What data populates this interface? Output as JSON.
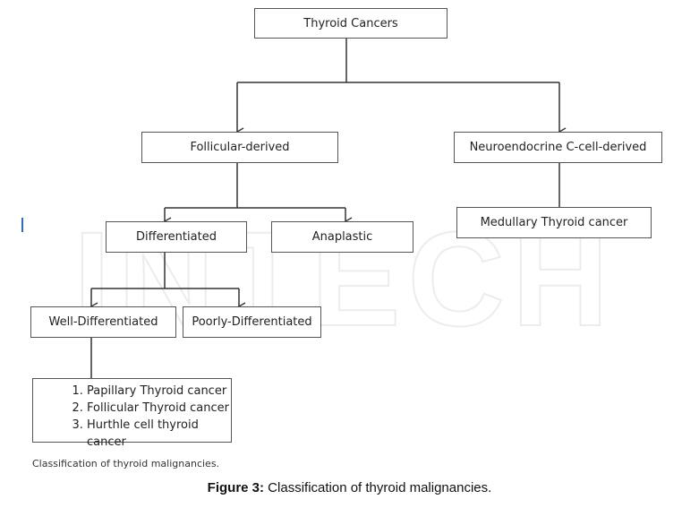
{
  "nodes": {
    "root": "Thyroid Cancers",
    "follicular": "Follicular-derived",
    "neuroendocrine": "Neuroendocrine C-cell-derived",
    "medullary": "Medullary Thyroid cancer",
    "differentiated": "Differentiated",
    "anaplastic": "Anaplastic",
    "well_differentiated": "Well-Differentiated",
    "poorly_differentiated": "Poorly-Differentiated"
  },
  "list_items": [
    "Papillary Thyroid cancer",
    "Follicular Thyroid cancer",
    "Hurthle cell thyroid cancer"
  ],
  "watermark_text": "INTECH",
  "caption_small": "Classification of thyroid malignancies.",
  "caption": {
    "label": "Figure 3:",
    "text": " Classification of thyroid malignancies."
  },
  "colors": {
    "line": "#333333",
    "box_border": "#555555",
    "watermark": "#f2f2f2"
  }
}
